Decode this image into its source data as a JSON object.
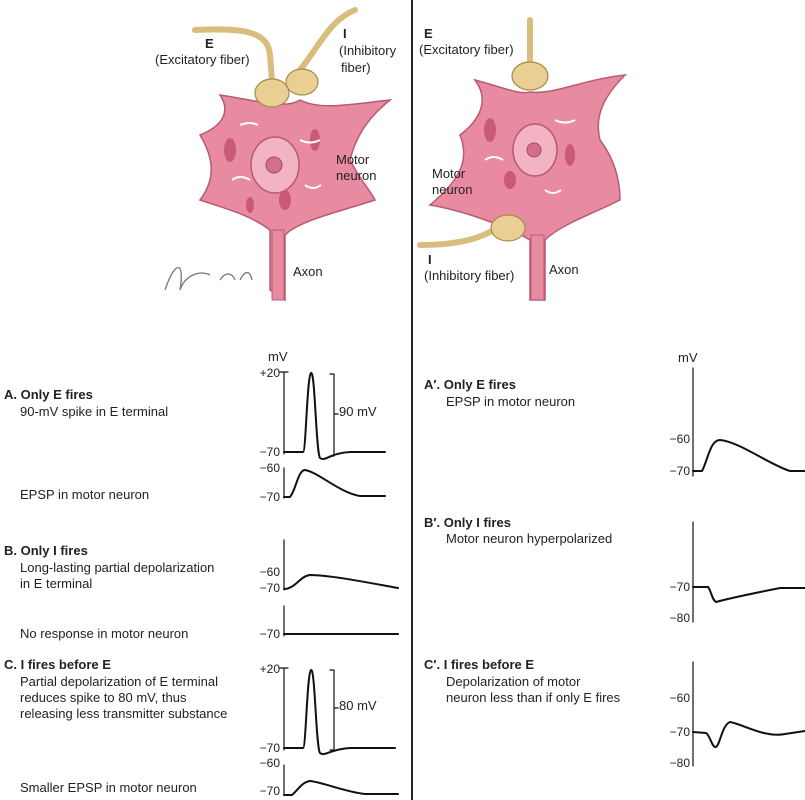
{
  "left": {
    "e_letter": "E",
    "e_label": "(Excitatory fiber)",
    "i_letter": "I",
    "i_label_1": "(Inhibitory",
    "i_label_2": "fiber)",
    "motor_1": "Motor",
    "motor_2": "neuron",
    "axon": "Axon",
    "signature": "F. Netter M.D."
  },
  "right": {
    "e_letter": "E",
    "e_label": "(Excitatory fiber)",
    "motor_1": "Motor",
    "motor_2": "neuron",
    "i_letter": "I",
    "i_label": "(Inhibitory fiber)",
    "axon": "Axon"
  },
  "panelA": {
    "title": "A. Only E fires",
    "line1": "90-mV spike in E terminal",
    "line2": "EPSP in motor neuron",
    "unit": "mV",
    "spike_label": "90 mV",
    "ticks": [
      "+20",
      "−70",
      "−60",
      "−70"
    ]
  },
  "panelB": {
    "title": "B. Only I fires",
    "line1": "Long-lasting partial depolarization",
    "line2": "in E terminal",
    "line3": "No response in motor neuron",
    "ticks": [
      "−60",
      "−70",
      "−70"
    ]
  },
  "panelC": {
    "title": "C. I fires before E",
    "line1": "Partial depolarization of E terminal",
    "line2": "reduces spike to 80 mV, thus",
    "line3": "releasing less transmitter substance",
    "line4": "Smaller EPSP in motor neuron",
    "spike_label": "80 mV",
    "ticks": [
      "+20",
      "−70",
      "−60",
      "−70"
    ]
  },
  "panelA2": {
    "title": "A′. Only E fires",
    "line1": "EPSP in motor neuron",
    "unit": "mV",
    "ticks": [
      "−60",
      "−70"
    ]
  },
  "panelB2": {
    "title": "B′. Only I fires",
    "line1": "Motor neuron hyperpolarized",
    "ticks": [
      "−70",
      "−80"
    ]
  },
  "panelC2": {
    "title": "C′. I fires before E",
    "line1": "Depolarization of motor",
    "line2": "neuron less than if only E fires",
    "ticks": [
      "−60",
      "−70",
      "−80"
    ]
  },
  "colors": {
    "neuron": "#e88aa0",
    "neuron_light": "#f2b3c2",
    "terminal": "#e9cf93",
    "fiber": "#e3c98a",
    "trace": "#111111"
  }
}
